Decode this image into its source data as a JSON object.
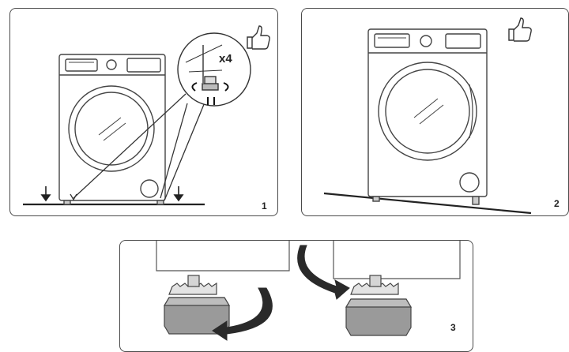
{
  "panels": [
    {
      "step": "1",
      "callout_label": "x4",
      "icons": [
        "washing-machine-icon",
        "thumbs-up-icon",
        "adjustable-foot-icon",
        "down-arrow-icon",
        "rotate-arrows-icon"
      ]
    },
    {
      "step": "2",
      "icons": [
        "washing-machine-icon",
        "thumbs-up-icon",
        "sloped-floor-icon"
      ]
    },
    {
      "step": "3",
      "icons": [
        "adjustable-foot-icon",
        "lock-nut-icon",
        "curved-arrow-icon"
      ]
    }
  ]
}
